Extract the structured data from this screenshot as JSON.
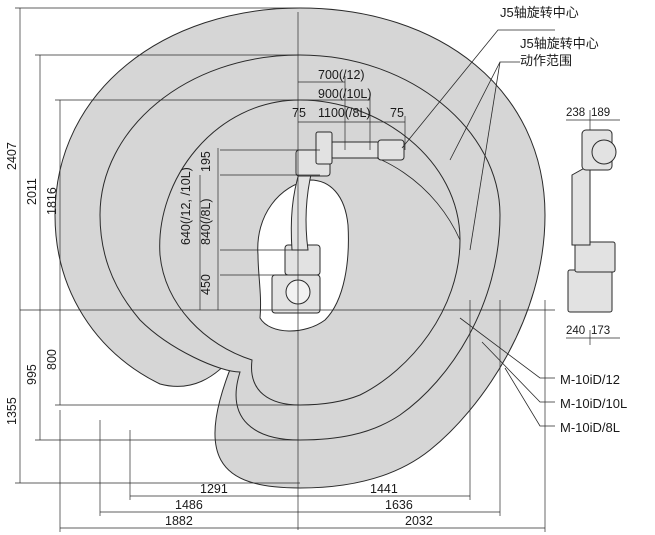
{
  "callouts": {
    "j5_center": "J5轴旋转中心",
    "j5_range_line1": "J5轴旋转中心",
    "j5_range_line2": "动作范围"
  },
  "models": [
    "M-10iD/12",
    "M-10iD/10L",
    "M-10iD/8L"
  ],
  "dims_top": {
    "d700": "700(/12)",
    "d900": "900(/10L)",
    "d75a": "75",
    "d1100": "1100(/8L)",
    "d75b": "75"
  },
  "dims_vertical_left": {
    "d2407": "2407",
    "d2011": "2011",
    "d1816": "1816",
    "d1355": "1355",
    "d995": "995",
    "d800": "800"
  },
  "dims_vertical_mid": {
    "d640": "640(/12, /10L)",
    "d840": "840(/8L)",
    "d195": "195",
    "d450": "450"
  },
  "dims_bottom": {
    "d1291": "1291",
    "d1441": "1441",
    "d1486": "1486",
    "d1636": "1636",
    "d1882": "1882",
    "d2032": "2032"
  },
  "side_view": {
    "top_a": "238",
    "top_b": "189",
    "bot_a": "240",
    "bot_b": "173"
  },
  "colors": {
    "envelope_fill": "#d6d6d6",
    "outline": "#2a2a2a",
    "robot_fill": "#e2e2e2"
  }
}
